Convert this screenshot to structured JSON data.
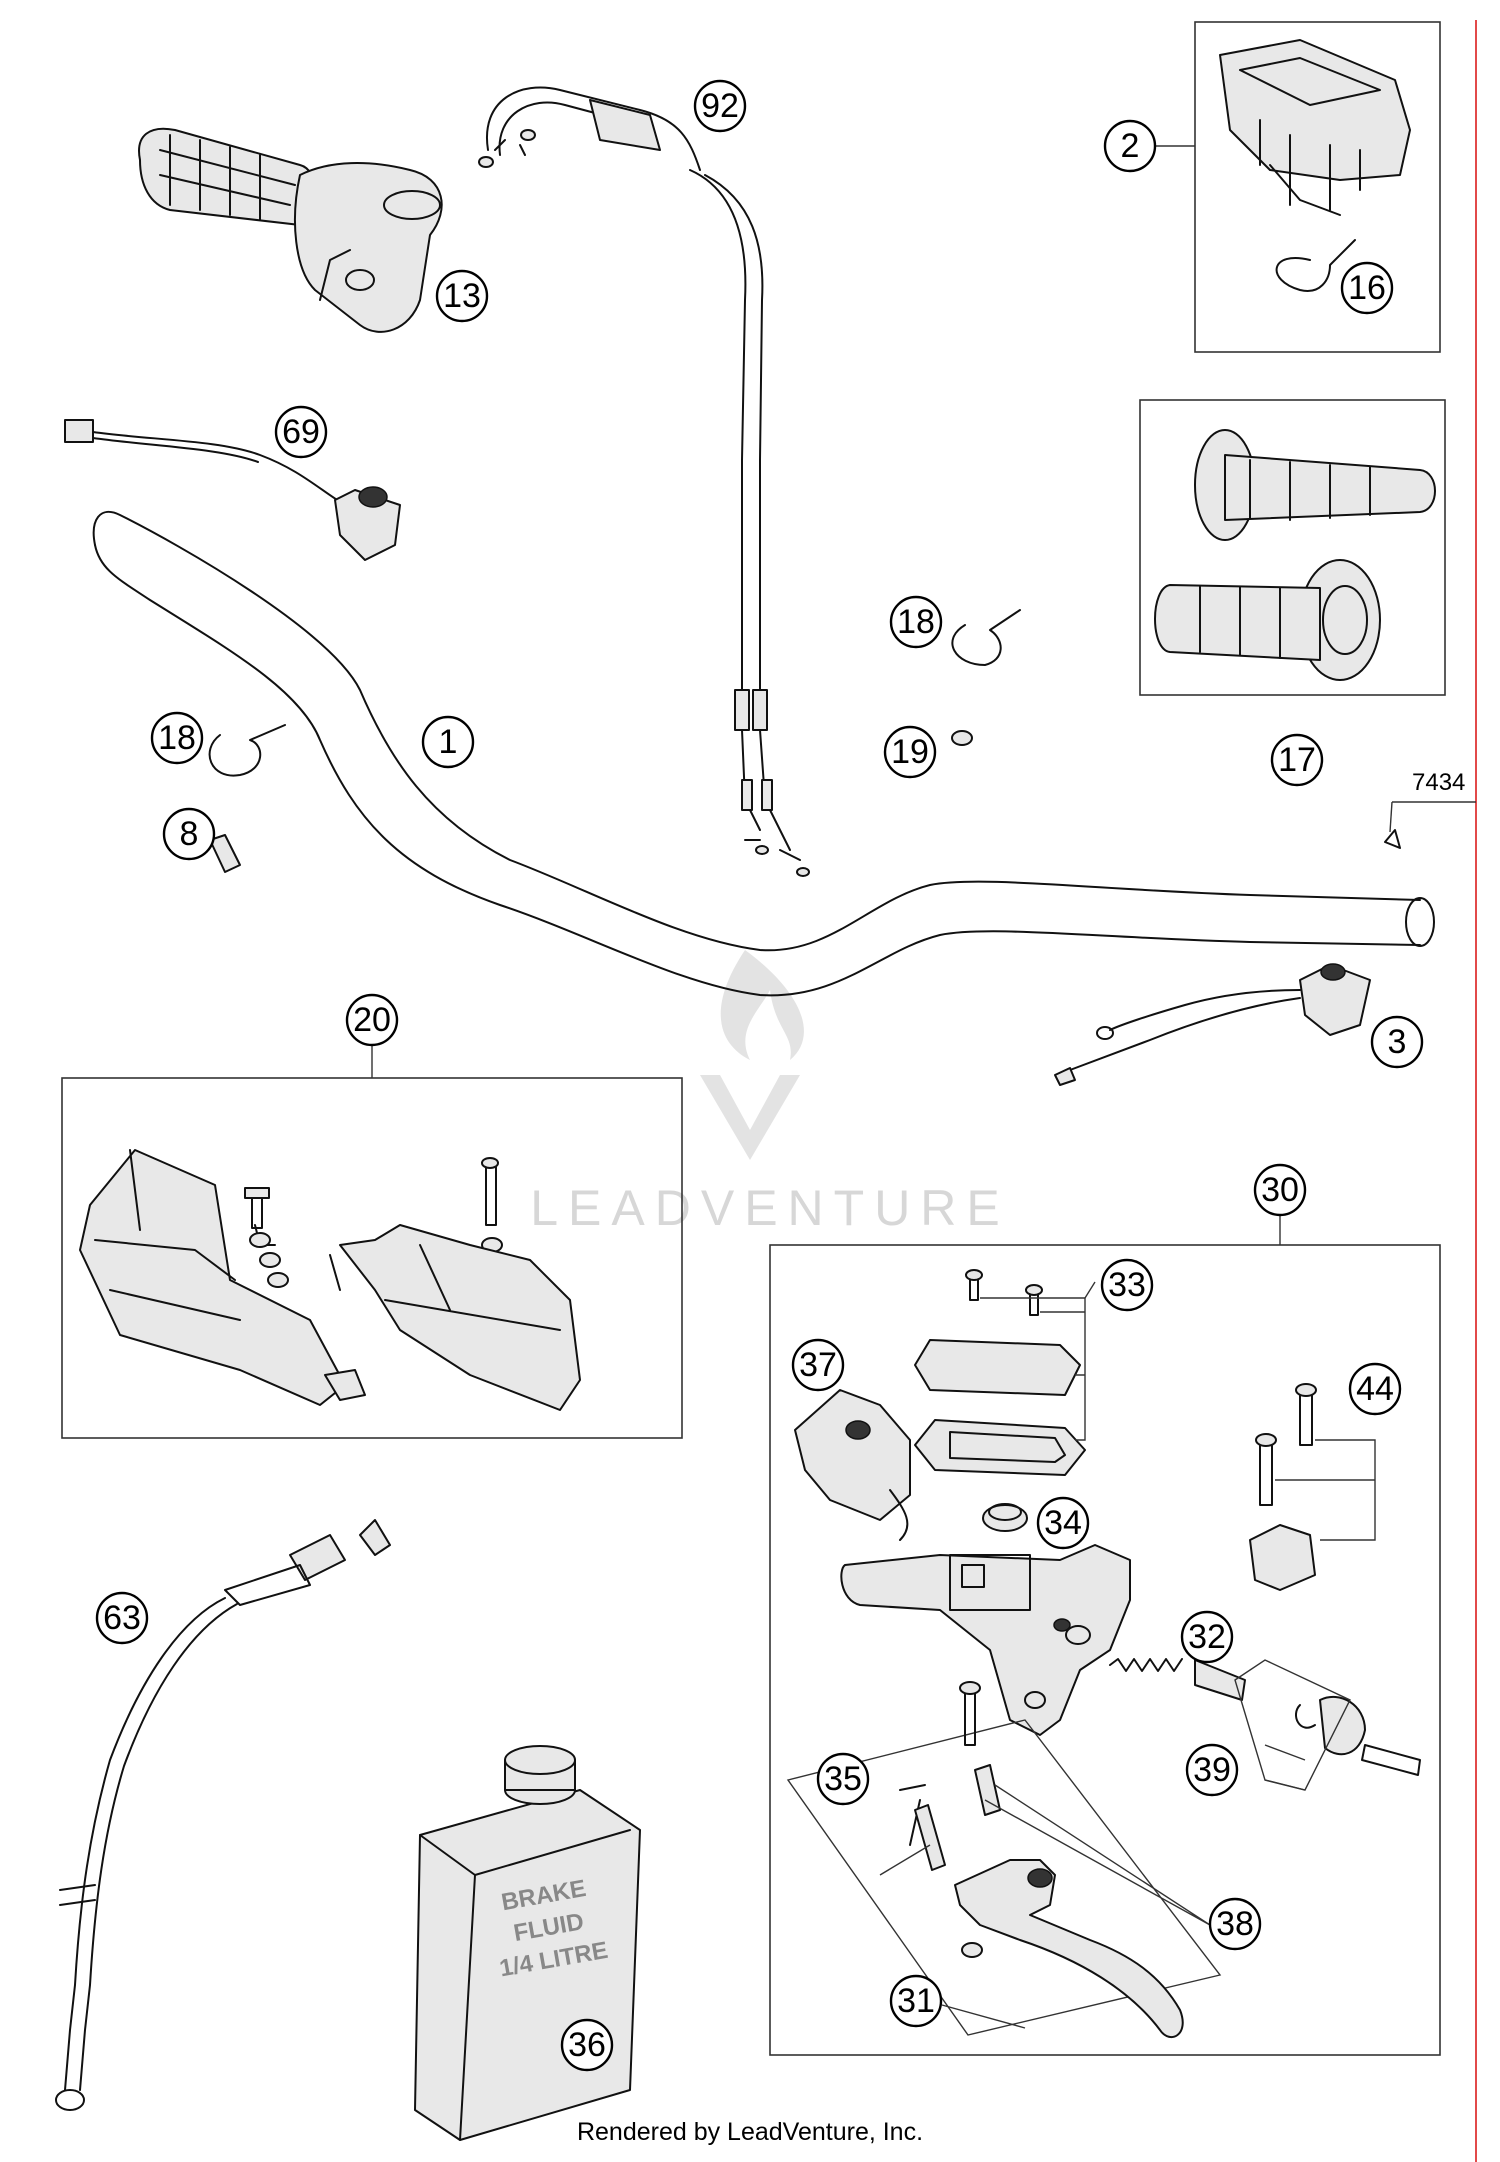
{
  "callouts": [
    {
      "id": "92",
      "label": "92"
    },
    {
      "id": "2",
      "label": "2"
    },
    {
      "id": "13",
      "label": "13"
    },
    {
      "id": "16",
      "label": "16"
    },
    {
      "id": "69",
      "label": "69"
    },
    {
      "id": "17",
      "label": "17"
    },
    {
      "id": "18a",
      "label": "18"
    },
    {
      "id": "18b",
      "label": "18"
    },
    {
      "id": "1",
      "label": "1"
    },
    {
      "id": "19",
      "label": "19"
    },
    {
      "id": "8",
      "label": "8"
    },
    {
      "id": "3",
      "label": "3"
    },
    {
      "id": "20",
      "label": "20"
    },
    {
      "id": "30",
      "label": "30"
    },
    {
      "id": "33",
      "label": "33"
    },
    {
      "id": "37",
      "label": "37"
    },
    {
      "id": "44",
      "label": "44"
    },
    {
      "id": "34",
      "label": "34"
    },
    {
      "id": "32",
      "label": "32"
    },
    {
      "id": "63",
      "label": "63"
    },
    {
      "id": "39",
      "label": "39"
    },
    {
      "id": "35",
      "label": "35"
    },
    {
      "id": "38",
      "label": "38"
    },
    {
      "id": "31",
      "label": "31"
    },
    {
      "id": "36",
      "label": "36"
    }
  ],
  "reference_number": "7434",
  "bottle_label": [
    "BRAKE",
    "FLUID",
    "1/4 LITRE"
  ],
  "watermark": "LEADVENTURE",
  "footer": "Rendered by LeadVenture, Inc."
}
